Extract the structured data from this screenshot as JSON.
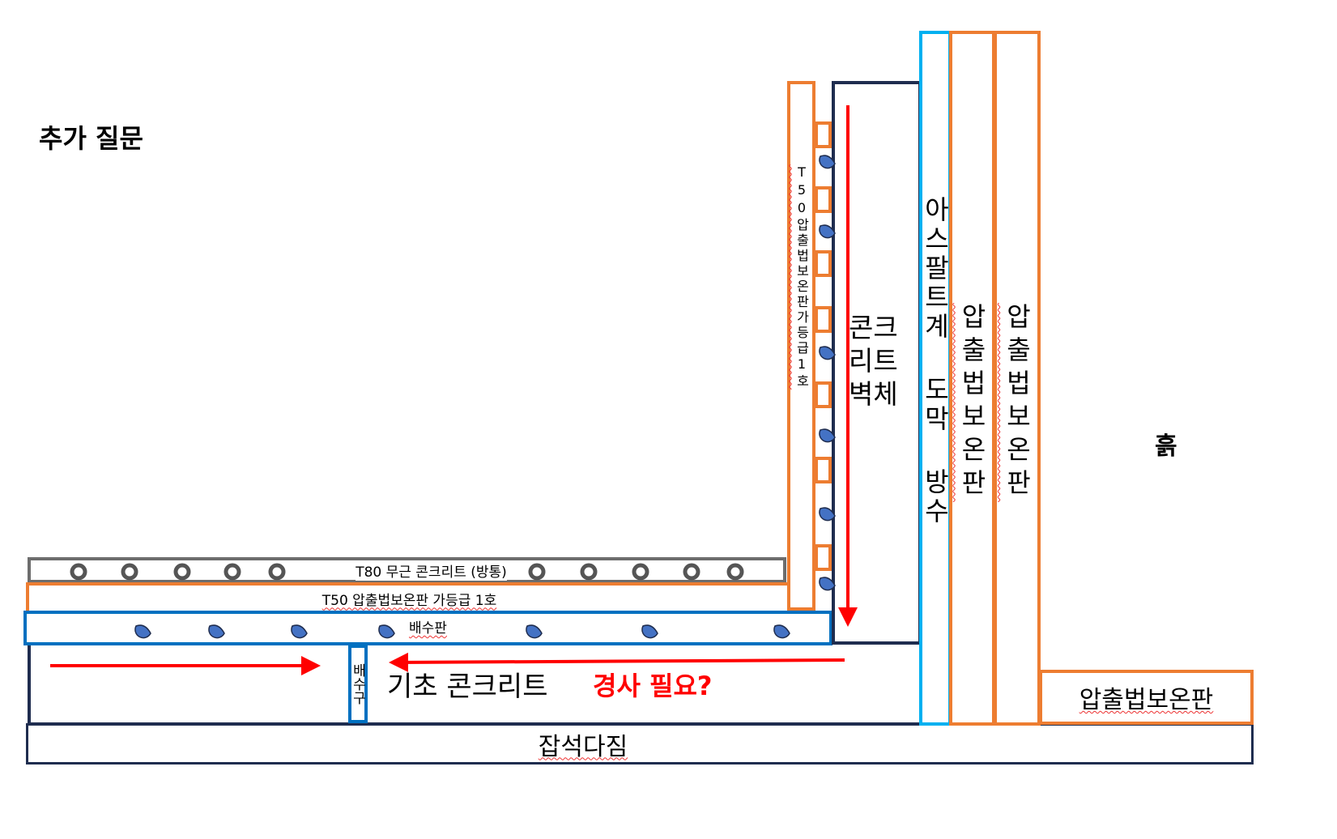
{
  "title": "추가 질문",
  "layers": {
    "t80": "T80 무근 콘크리트 (방통)",
    "t50_horizontal": "T50 압출법보온판 가등급 1호",
    "drain_board": "배수판",
    "drain_outlet": "배수구",
    "foundation": "기초 콘크리트",
    "slope_question": "경사 필요?",
    "gravel": "잡석다짐",
    "t50_vertical": "T50압출법보온판가등급1호",
    "concrete_wall": "콘크리트벽체",
    "waterproof": "아스팔트계 도막 방수",
    "insulation_1": "압출법보온판",
    "insulation_2": "압출법보온판",
    "insulation_bottom": "압출법보온판",
    "soil": "흙"
  },
  "colors": {
    "orange": "#ed7d31",
    "blue": "#0070c0",
    "light_blue": "#00b0f0",
    "navy": "#1f2d4f",
    "gray": "#6d6d6d",
    "red": "#ff0000",
    "drop": "#4472c4"
  }
}
